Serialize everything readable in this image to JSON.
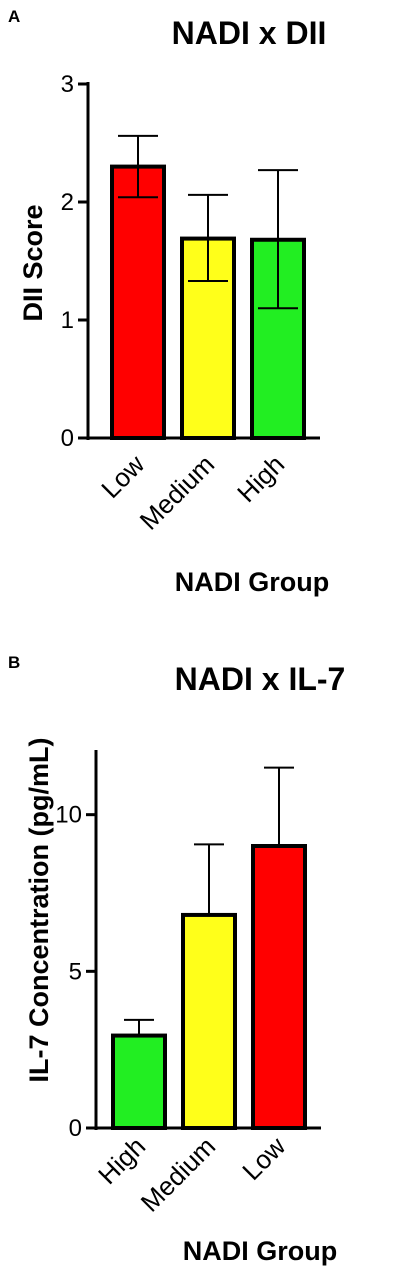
{
  "chart_data": [
    {
      "panel": "A",
      "type": "bar",
      "title": "NADI x DII",
      "xlabel": "NADI Group",
      "ylabel": "DII Score",
      "categories": [
        "Low",
        "Medium",
        "High"
      ],
      "values": [
        2.3,
        1.69,
        1.68
      ],
      "error_upper": [
        2.56,
        2.06,
        2.27
      ],
      "error_lower": [
        2.04,
        1.33,
        1.1
      ],
      "colors": [
        "#ff0000",
        "#ffff1a",
        "#22ee22"
      ],
      "ylim": [
        0,
        3
      ],
      "yticks": [
        "0",
        "1",
        "2",
        "3"
      ],
      "grid": false
    },
    {
      "panel": "B",
      "type": "bar",
      "title": "NADI x IL-7",
      "xlabel": "NADI Group",
      "ylabel": "IL-7 Concentration (pg/mL)",
      "categories": [
        "High",
        "Medium",
        "Low"
      ],
      "values": [
        2.95,
        6.8,
        9.0
      ],
      "error_upper": [
        3.45,
        9.05,
        11.5
      ],
      "error_lower": [
        null,
        null,
        null
      ],
      "colors": [
        "#22ee22",
        "#ffff1a",
        "#ff0000"
      ],
      "ylim": [
        0,
        12
      ],
      "yticks": [
        "0",
        "5",
        "10"
      ],
      "grid": false
    }
  ]
}
